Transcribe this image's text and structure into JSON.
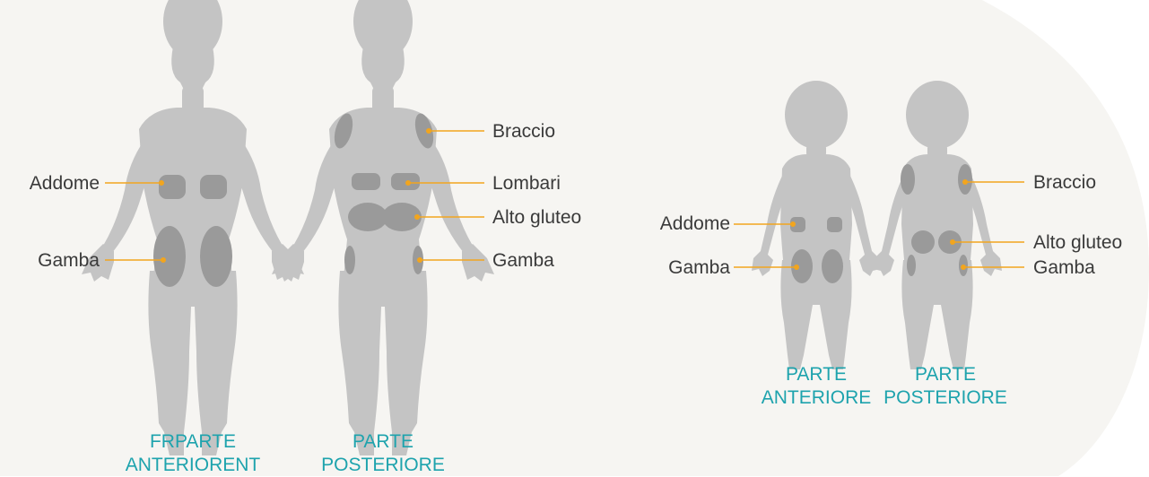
{
  "colors": {
    "background_panel": "#f6f5f2",
    "body_silhouette": "#c4c4c4",
    "injection_zone": "#9a9a9a",
    "leader_line": "#f2a51e",
    "caption": "#1ea3ad",
    "label_text": "#3a3a3a"
  },
  "adult": {
    "front": {
      "labels": {
        "abdomen": "Addome",
        "leg": "Gamba"
      },
      "caption_line1": "FRPARTE",
      "caption_line2": "ANTERIORENT"
    },
    "back": {
      "labels": {
        "arm": "Braccio",
        "lower_back": "Lombari",
        "upper_buttock": "Alto gluteo",
        "leg": "Gamba"
      },
      "caption_line1": "PARTE",
      "caption_line2": "POSTERIORE"
    }
  },
  "child": {
    "front": {
      "labels": {
        "abdomen": "Addome",
        "leg": "Gamba"
      },
      "caption_line1": "PARTE",
      "caption_line2": "ANTERIORE"
    },
    "back": {
      "labels": {
        "arm": "Braccio",
        "upper_buttock": "Alto gluteo",
        "leg": "Gamba"
      },
      "caption_line1": "PARTE",
      "caption_line2": "POSTERIORE"
    }
  }
}
